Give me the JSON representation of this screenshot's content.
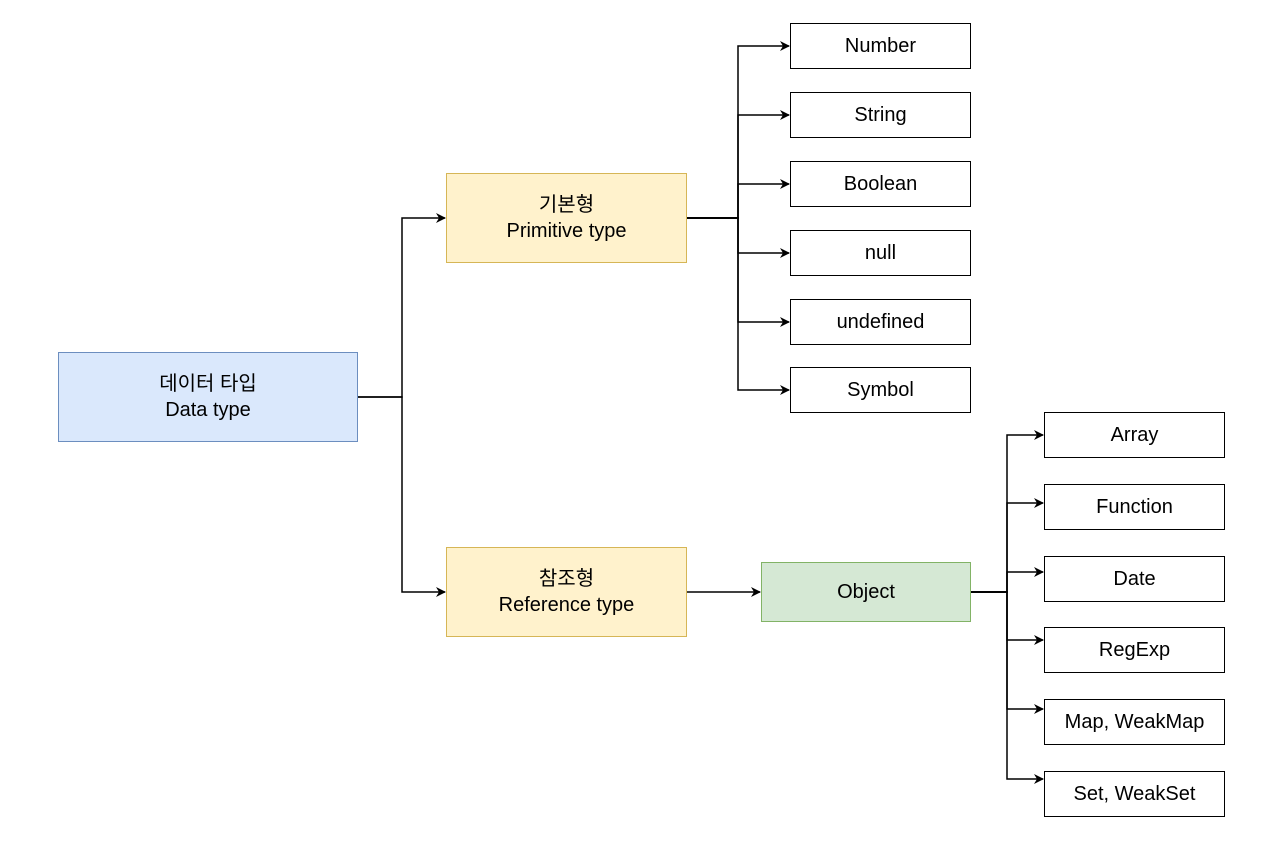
{
  "root": {
    "label_ko": "데이터 타입",
    "label_en": "Data type"
  },
  "primitive": {
    "label_ko": "기본형",
    "label_en": "Primitive type",
    "items": [
      "Number",
      "String",
      "Boolean",
      "null",
      "undefined",
      "Symbol"
    ]
  },
  "reference": {
    "label_ko": "참조형",
    "label_en": "Reference type",
    "object": {
      "label": "Object",
      "items": [
        "Array",
        "Function",
        "Date",
        "RegExp",
        "Map, WeakMap",
        "Set, WeakSet"
      ]
    }
  },
  "colors": {
    "root_fill": "#dae8fc",
    "root_stroke": "#6c8ebf",
    "type_fill": "#fff2cc",
    "type_stroke": "#d6b656",
    "object_fill": "#d5e8d4",
    "object_stroke": "#82b366",
    "line": "#000000"
  }
}
